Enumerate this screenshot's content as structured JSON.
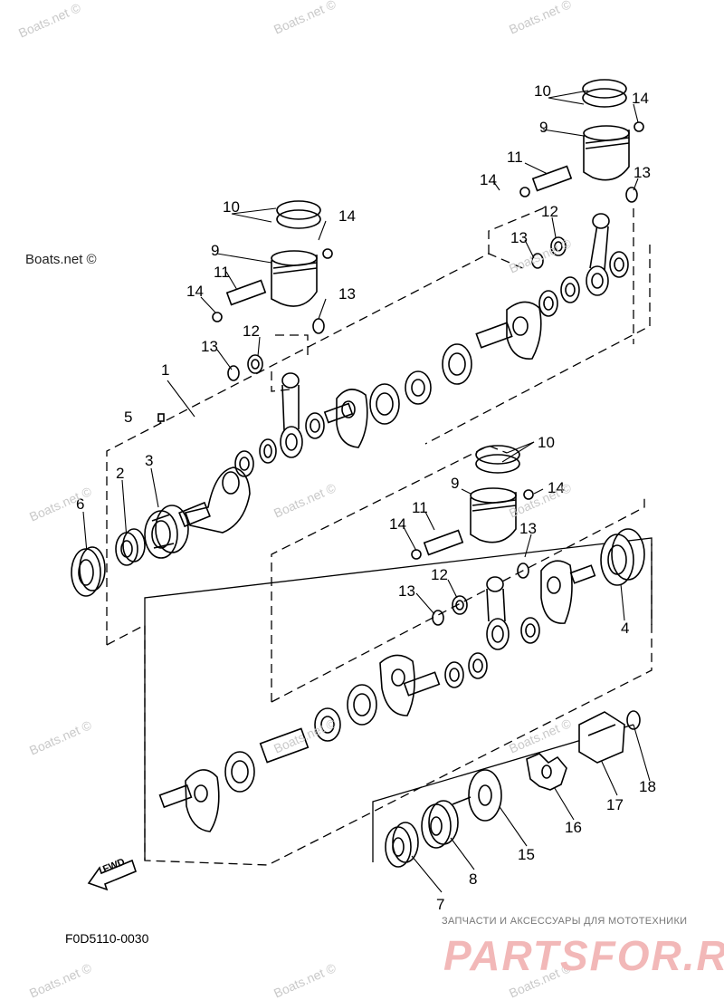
{
  "diagram_code": "F0D5110-0030",
  "fwd_label": "FWD",
  "watermark": "Boats.net ©",
  "brand": {
    "tagline": "ЗАПЧАСТИ И АКСЕССУАРЫ ДЛЯ МОТОТЕХНИКИ",
    "logo": "PARTSFOR.RU"
  },
  "callouts": [
    "1",
    "2",
    "3",
    "4",
    "5",
    "6",
    "7",
    "8",
    "9",
    "10",
    "11",
    "12",
    "13",
    "14",
    "15",
    "16",
    "17",
    "18"
  ]
}
